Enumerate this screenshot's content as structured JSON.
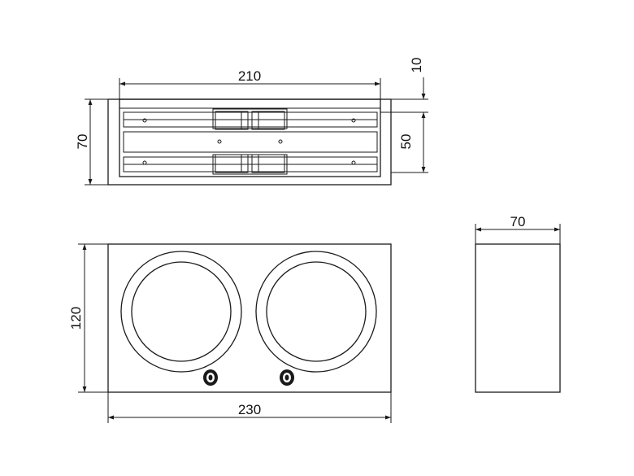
{
  "dimensions": {
    "top_width": "210",
    "top_height": "70",
    "inner_height": "50",
    "offset": "10",
    "front_height": "120",
    "front_width": "230",
    "side_width": "70"
  }
}
